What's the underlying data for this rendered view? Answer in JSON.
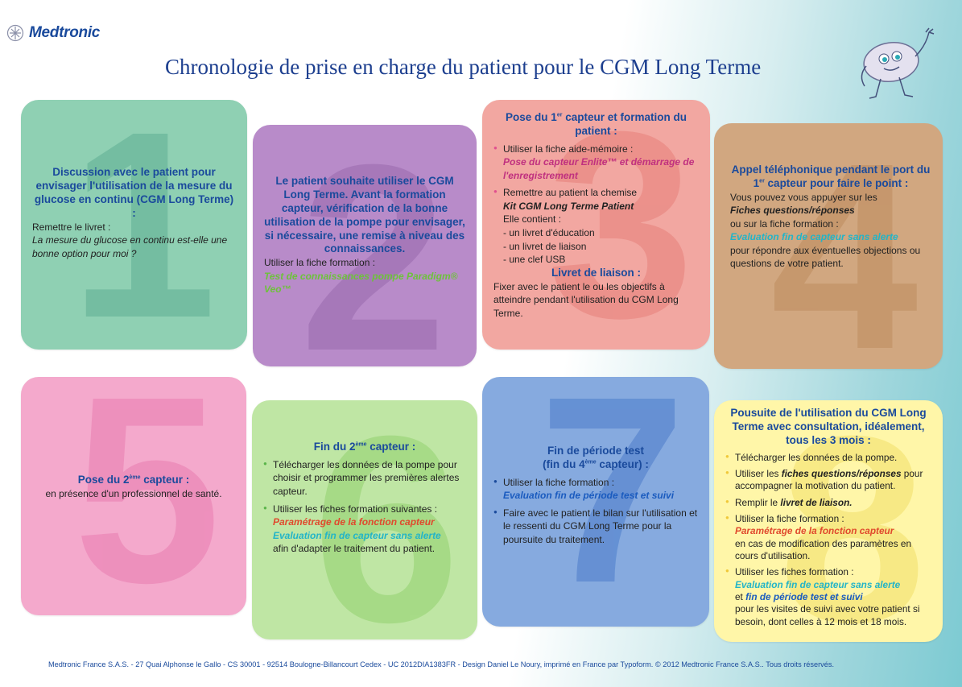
{
  "brand": {
    "name": "Medtronic"
  },
  "title": "Chronologie de prise en charge du patient pour le CGM Long Terme",
  "colors": {
    "accent": "#1a4a9c",
    "green_link": "#6dc23a",
    "teal_link": "#22b4c8",
    "magenta_link": "#c0307f",
    "red_link": "#e0492d"
  },
  "cards": {
    "c1": {
      "number": "1",
      "heading": "Discussion avec le patient pour envisager l'utilisation de la mesure du glucose en continu (CGM Long Terme) :",
      "text1": "Remettre le livret :",
      "text2": "La mesure du glucose en continu est-elle une bonne option pour moi ?"
    },
    "c2": {
      "number": "2",
      "heading": "Le patient souhaite utiliser le CGM Long Terme. Avant la formation capteur, vérification de la bonne utilisation de la pompe pour envisager, si nécessaire, une remise à niveau des connaissances.",
      "text1": "Utiliser la fiche formation :",
      "link1": "Test de connaissances pompe Paradigm® Veo™"
    },
    "c3": {
      "number": "3",
      "heading_a": "Pose du 1",
      "heading_sup": "er",
      "heading_b": " capteur et formation du patient :",
      "b1_text": "Utiliser la fiche aide-mémoire :",
      "b1_link": "Pose du capteur Enlite™ et démarrage de l'enregistrement",
      "b2_text": "Remettre au patient la chemise",
      "b2_title": "Kit CGM Long Terme Patient",
      "b2_contains": "Elle contient :",
      "b2_item1": "- un livret d'éducation",
      "b2_item2": "- un livret de liaison",
      "b2_item3": "- une clef USB",
      "sub_heading": "Livret de liaison :",
      "sub_text": "Fixer avec le patient le ou les objectifs à atteindre pendant l'utilisation du CGM Long Terme."
    },
    "c4": {
      "number": "4",
      "heading_a": "Appel téléphonique pendant le port du 1",
      "heading_sup": "er",
      "heading_b": " capteur pour faire le point :",
      "text1": "Vous pouvez vous appuyer sur les",
      "text2": "Fiches questions/réponses",
      "text3": "ou sur la fiche formation :",
      "link1": "Evaluation fin de capteur sans alerte",
      "text4": "pour répondre aux éventuelles objections ou questions de votre patient."
    },
    "c5": {
      "number": "5",
      "heading_a": "Pose du 2",
      "heading_sup": "ème",
      "heading_b": " capteur :",
      "text1": "en présence d'un professionnel de santé."
    },
    "c6": {
      "number": "6",
      "heading_a": "Fin du 2",
      "heading_sup": "ème",
      "heading_b": " capteur :",
      "b1": "Télécharger les données de la pompe pour choisir et programmer les premières alertes capteur.",
      "b2_text": "Utiliser les fiches formation suivantes :",
      "b2_link1": "Paramétrage de la fonction capteur",
      "b2_link2": "Evaluation fin de capteur sans alerte",
      "b2_end": "afin d'adapter le traitement du patient."
    },
    "c7": {
      "number": "7",
      "heading_a": "Fin de période test",
      "heading_b": "(fin du 4",
      "heading_sup": "ème",
      "heading_c": " capteur) :",
      "b1_text": "Utiliser la fiche formation :",
      "b1_link": "Evaluation fin de période test et suivi",
      "b2": "Faire avec le patient le bilan sur l'utilisation et le ressenti du CGM Long Terme pour la poursuite du traitement."
    },
    "c8": {
      "number": "8",
      "heading": "Pousuite de l'utilisation du CGM Long Terme avec consultation, idéalement, tous les 3 mois :",
      "b1": "Télécharger les données de la pompe.",
      "b2_a": "Utiliser les ",
      "b2_b": "fiches questions/réponses",
      "b2_c": " pour accompagner la motivation du patient.",
      "b3_a": "Remplir le ",
      "b3_b": "livret de liaison.",
      "b4_text": "Utiliser la fiche formation :",
      "b4_link": "Paramétrage de la fonction capteur",
      "b4_end": "en cas de modification des paramètres en cours d'utilisation.",
      "b5_text": "Utiliser les fiches formation :",
      "b5_link1": "Evaluation fin de capteur sans alerte",
      "b5_and": "et ",
      "b5_link2": "fin de période test et suivi",
      "b5_end": "pour les visites de suivi avec votre patient si besoin, dont celles à 12 mois et 18 mois."
    }
  },
  "footer": "Medtronic France S.A.S. - 27 Quai Alphonse le Gallo - CS 30001 - 92514 Boulogne-Billancourt Cedex - UC 2012DIA1383FR - Design Daniel Le Noury, imprimé en France par Typoform. © 2012 Medtronic France S.A.S.. Tous droits réservés."
}
